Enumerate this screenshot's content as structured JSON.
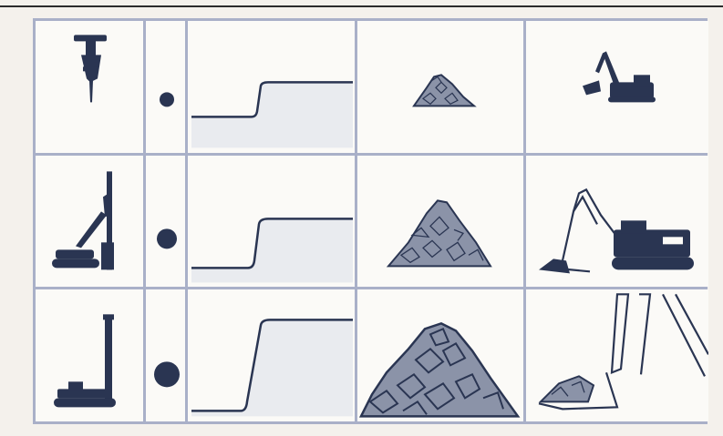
{
  "colors": {
    "frame": "#a9b0c8",
    "ink": "#2a3552",
    "rock_fill": "#8b93a8",
    "area_fill": "#e9ebef",
    "background": "#fbfaf7"
  },
  "rows": [
    {
      "drill_icon": "hand-held-rock-drill-icon",
      "hole_size": "small",
      "step": "small",
      "pile": "small",
      "loader": "small-excavator-icon"
    },
    {
      "drill_icon": "crawler-drill-rig-icon",
      "hole_size": "medium",
      "step": "medium",
      "pile": "medium",
      "loader": "large-excavator-icon"
    },
    {
      "drill_icon": "tall-mast-drill-rig-icon",
      "hole_size": "large",
      "step": "large",
      "pile": "large",
      "loader": "shovel-bucket-icon"
    }
  ]
}
